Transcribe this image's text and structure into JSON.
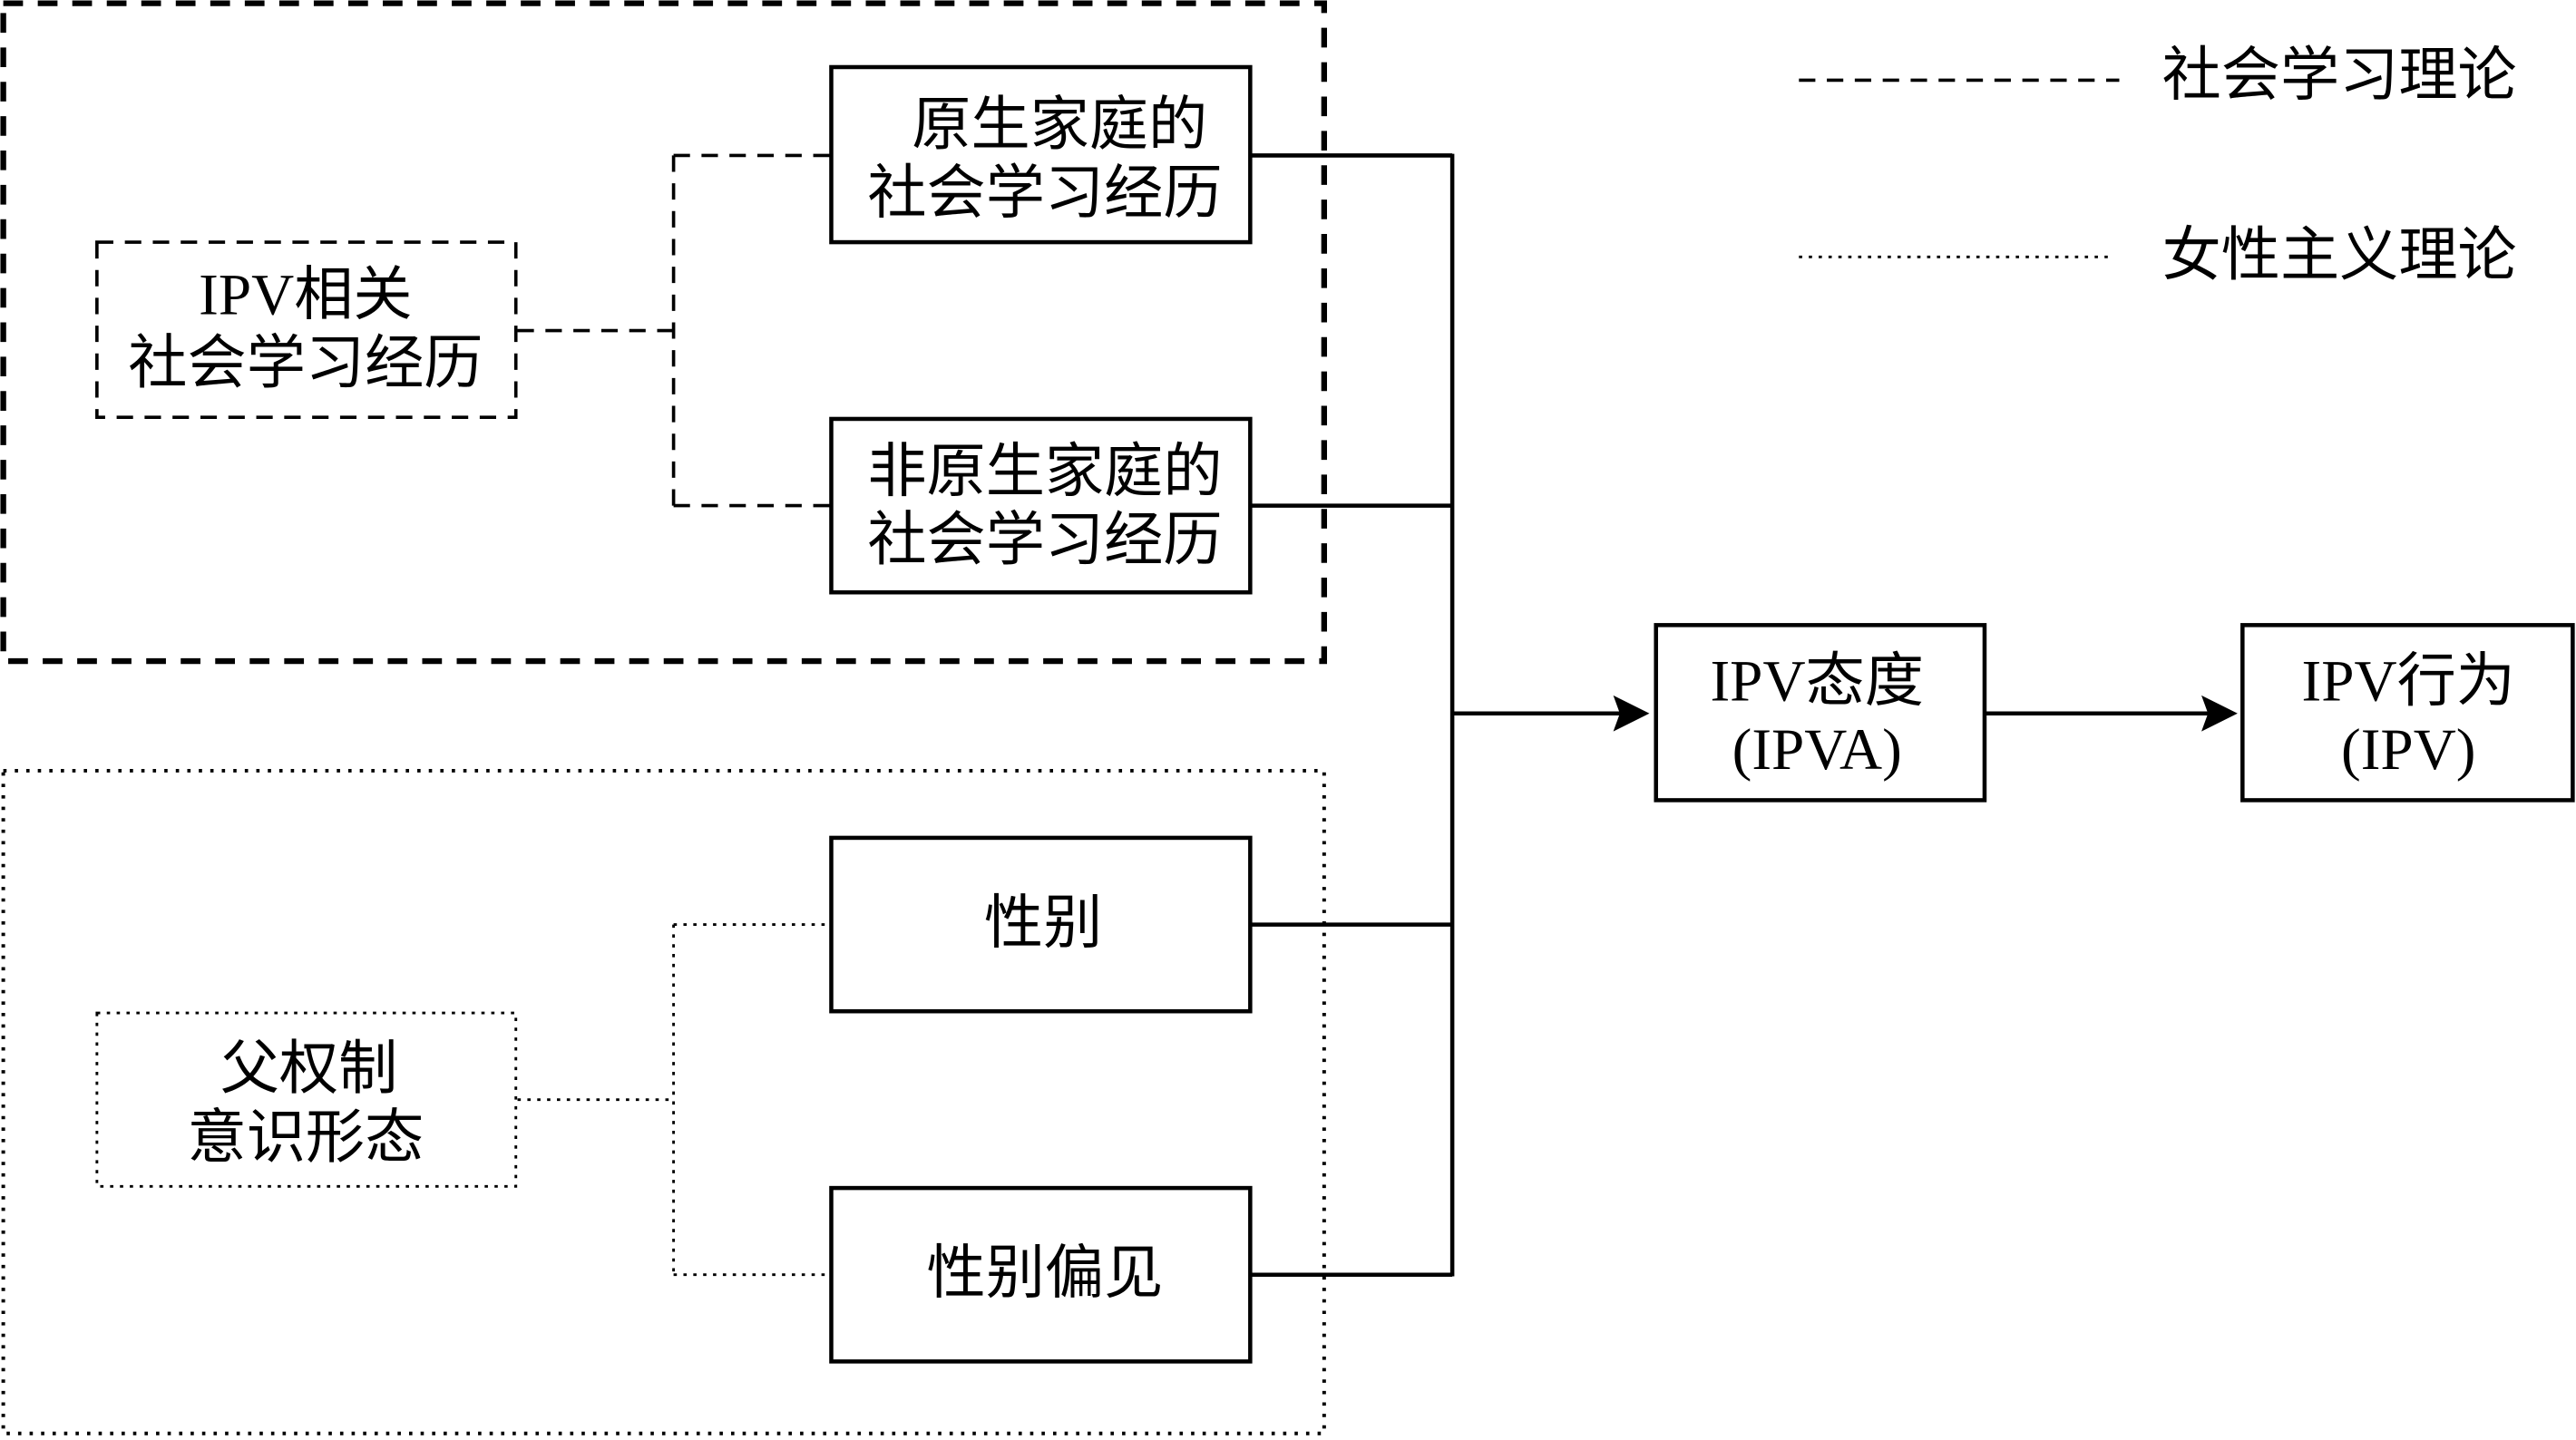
{
  "legend": {
    "social_learning": "社会学习理论",
    "feminist": "女性主义理论"
  },
  "nodes": {
    "ipv_social": [
      "IPV相关",
      "社会学习经历"
    ],
    "family_origin": [
      "原生家庭的",
      "社会学习经历"
    ],
    "non_family": [
      "非原生家庭的",
      "社会学习经历"
    ],
    "patriarchy": [
      "父权制",
      "意识形态"
    ],
    "gender": [
      "性别"
    ],
    "gender_bias": [
      "性别偏见"
    ],
    "ipva": [
      "IPV态度",
      "(IPVA)"
    ],
    "ipv": [
      "IPV行为",
      "(IPV)"
    ]
  }
}
